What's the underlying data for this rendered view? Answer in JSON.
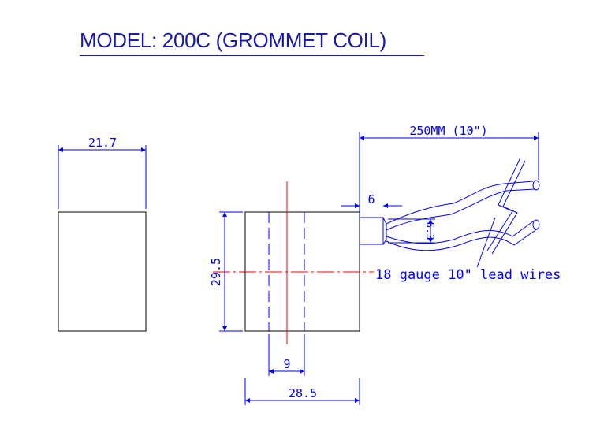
{
  "title": "MODEL: 200C (GROMMET COIL)",
  "dimensions": {
    "side_width": "21.7",
    "height": "29.5",
    "center_gap": "9",
    "front_width": "28.5",
    "grommet_length": "6",
    "grommet_diameter": "6.3",
    "lead_length": "250MM (10\")"
  },
  "annotation": {
    "lead_wires": "18 gauge 10\" lead wires"
  },
  "colors": {
    "outline": "#000000",
    "dimension": "#0000ff",
    "centerline": "#ff0000",
    "title": "#1a1aa8"
  }
}
